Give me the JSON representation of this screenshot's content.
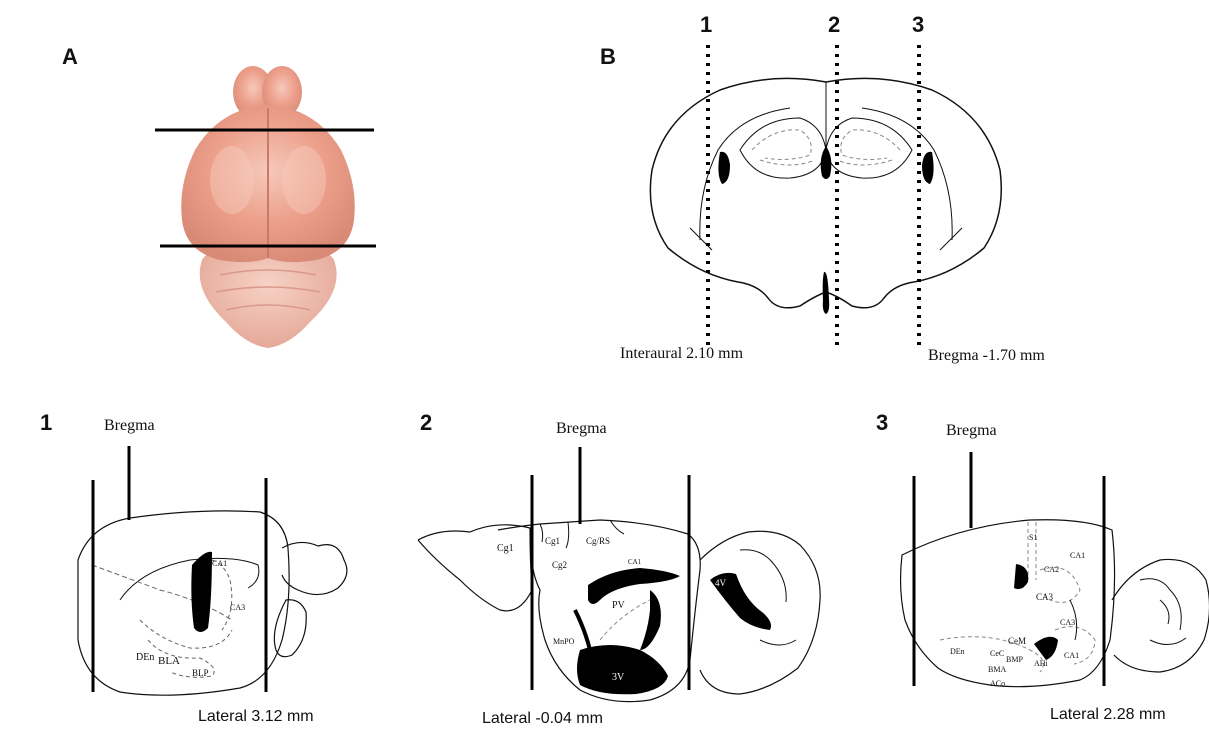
{
  "panels": {
    "a_label": "A",
    "b_label": "B"
  },
  "section_numbers": [
    "1",
    "2",
    "3"
  ],
  "panel_b": {
    "left_caption": "Interaural 2.10 mm",
    "right_caption": "Bregma -1.70 mm"
  },
  "sagittal": [
    {
      "number": "1",
      "bregma_label": "Bregma",
      "lateral_caption": "Lateral 3.12 mm",
      "regions": [
        "CA1",
        "CA3",
        "DEn",
        "BLA",
        "BLP"
      ]
    },
    {
      "number": "2",
      "bregma_label": "Bregma",
      "lateral_caption": "Lateral  -0.04 mm",
      "regions": [
        "Cg1",
        "Cg1",
        "Cg/RS",
        "Cg2",
        "CA1",
        "PV",
        "MnPO",
        "3V",
        "4V"
      ]
    },
    {
      "number": "3",
      "bregma_label": "Bregma",
      "lateral_caption": "Lateral 2.28 mm",
      "regions": [
        "S1",
        "CA1",
        "CA2",
        "CA3",
        "CA3",
        "CA1",
        "CeM",
        "DEn",
        "CeC",
        "BMP",
        "BMA",
        "AHi",
        "ACo"
      ]
    }
  ],
  "colors": {
    "brain_photo_base": "#e99a86",
    "brain_photo_highlight": "#f4c0b2",
    "ink": "#111111"
  }
}
